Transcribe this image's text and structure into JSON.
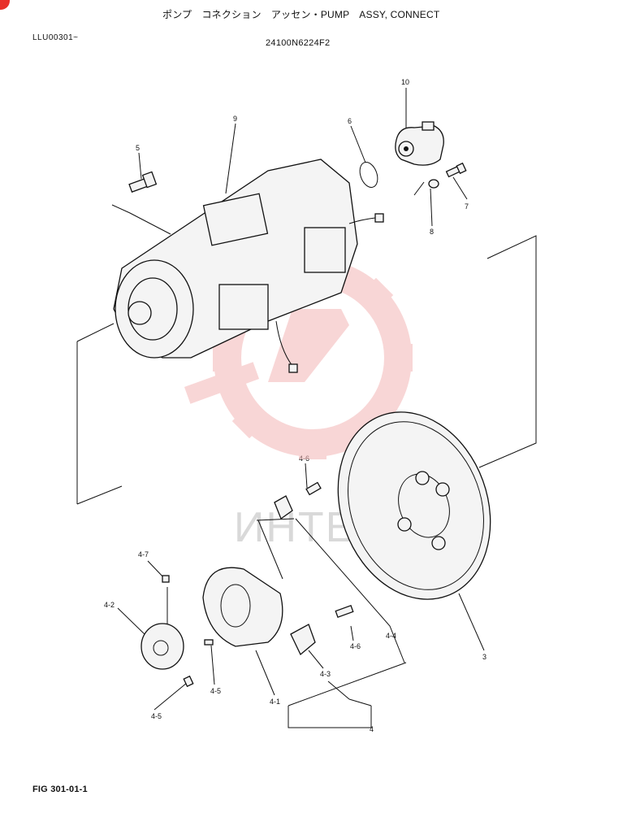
{
  "header": {
    "title": "ポンプ　コネクション　アッセン・PUMP　ASSY, CONNECT",
    "serial_range": "LLU00301~",
    "part_number": "24100N6224F2"
  },
  "footer": {
    "figure_id": "FIG 301-01-1"
  },
  "watermark": {
    "text": "ИНТЕХ",
    "color": "#f2b9b9"
  },
  "callouts": [
    "10",
    "9",
    "6",
    "5",
    "7",
    "8",
    "3",
    "4-6",
    "4-7",
    "4-2",
    "4-4",
    "4-6",
    "4-3",
    "4-5",
    "4-5",
    "4-1",
    "4"
  ],
  "colors": {
    "ink": "#111111",
    "watermark_gear": "#f3b5b5",
    "corner_badge": "#e8302a"
  }
}
